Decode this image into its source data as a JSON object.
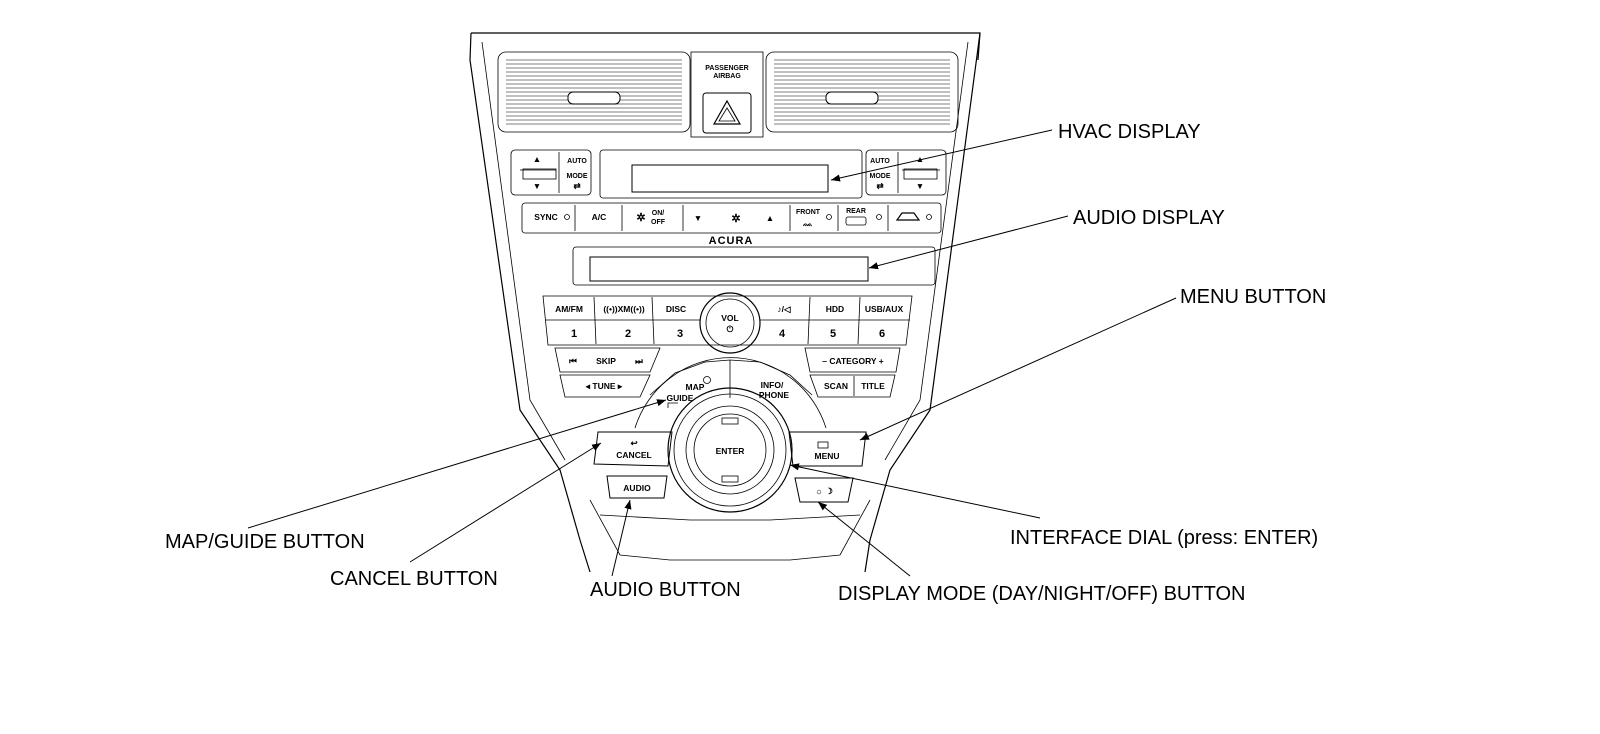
{
  "panel": {
    "brand": "ACURA",
    "airbag_label_1": "PASSENGER",
    "airbag_label_2": "AIRBAG",
    "hvac": {
      "left_auto": "AUTO",
      "left_mode": "MODE",
      "right_auto": "AUTO",
      "right_mode": "MODE",
      "sync": "SYNC",
      "ac": "A/C",
      "fan_on": "ON/",
      "fan_off": "OFF",
      "front": "FRONT",
      "rear": "REAR"
    },
    "audio": {
      "top_row": [
        "AM/FM",
        "((•))XM((•))",
        "DISC",
        "♪/◁",
        "HDD",
        "USB/AUX"
      ],
      "presets": [
        "1",
        "2",
        "3",
        "4",
        "5",
        "6"
      ],
      "vol": "VOL",
      "skip": "SKIP",
      "tune": "◂ TUNE ▸",
      "category": "– CATEGORY +",
      "scan": "SCAN",
      "title": "TITLE"
    },
    "nav": {
      "map": "MAP",
      "guide": "GUIDE",
      "info": "INFO/",
      "phone": "PHONE",
      "cancel": "CANCEL",
      "menu": "MENU",
      "enter": "ENTER",
      "audio": "AUDIO"
    }
  },
  "callouts": {
    "hvac_display": "HVAC DISPLAY",
    "audio_display": "AUDIO DISPLAY",
    "menu_button": "MENU BUTTON",
    "map_guide_button": "MAP/GUIDE BUTTON",
    "cancel_button": "CANCEL BUTTON",
    "audio_button": "AUDIO BUTTON",
    "interface_dial": "INTERFACE DIAL (press: ENTER)",
    "display_mode_button": "DISPLAY MODE (DAY/NIGHT/OFF) BUTTON"
  }
}
